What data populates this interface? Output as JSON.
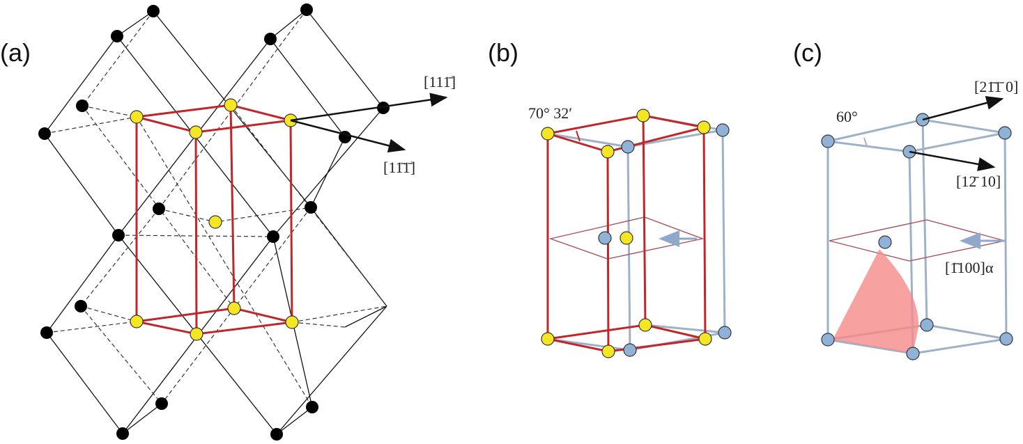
{
  "panels": {
    "a": {
      "label": "(a)",
      "dir1": "[111̄]",
      "dir2": "[11̄1̄]"
    },
    "b": {
      "label": "(b)",
      "angle": "70° 32′"
    },
    "c": {
      "label": "(c)",
      "angle": "60°",
      "dir1": "[21̄1̄ 0]",
      "dir2": "[12̄ 10]",
      "dir3": "[1̄100]α"
    }
  },
  "colors": {
    "black_atom": "#000000",
    "yellow_atom": "#f5e625",
    "blue_atom": "#8fb2d6",
    "red_cell": "#c0262a",
    "cone": "#f58a8a"
  }
}
